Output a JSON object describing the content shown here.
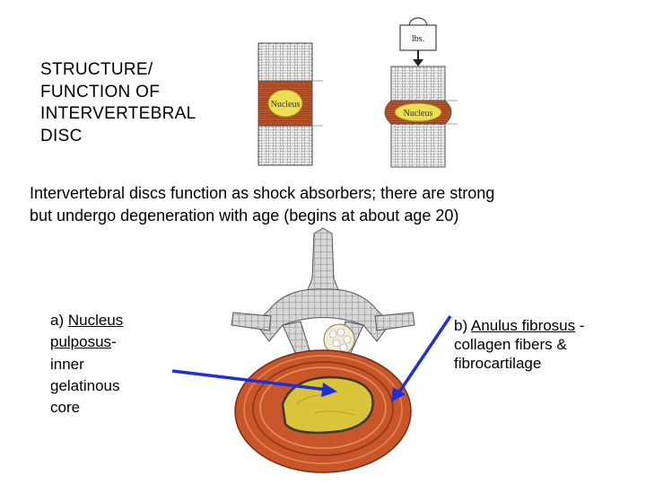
{
  "slide": {
    "title_lines": [
      "STRUCTURE/",
      "FUNCTION OF",
      "INTERVERTEBRAL",
      "DISC"
    ],
    "intro_line1": "Intervertebral discs function as shock absorbers; there are strong",
    "intro_line2": "but undergo degeneration with age (begins at about age 20)"
  },
  "top_figure": {
    "disc_label_left": "Nucleus",
    "disc_label_right": "Nucleus",
    "weight_label": "lbs."
  },
  "label_a": {
    "prefix": "a) ",
    "term": "Nucleus pulposus",
    "dash": "-",
    "lines": [
      "inner",
      "gelatinous",
      "core"
    ]
  },
  "label_b": {
    "prefix": "b) ",
    "term": "Anulus fibrosus",
    "dash": " -",
    "lines": [
      "collagen fibers &",
      "fibrocartilage"
    ]
  },
  "colors": {
    "arrow": "#1f2fd8",
    "anulus": "#c8562a",
    "nucleus": "#d9c43a"
  }
}
